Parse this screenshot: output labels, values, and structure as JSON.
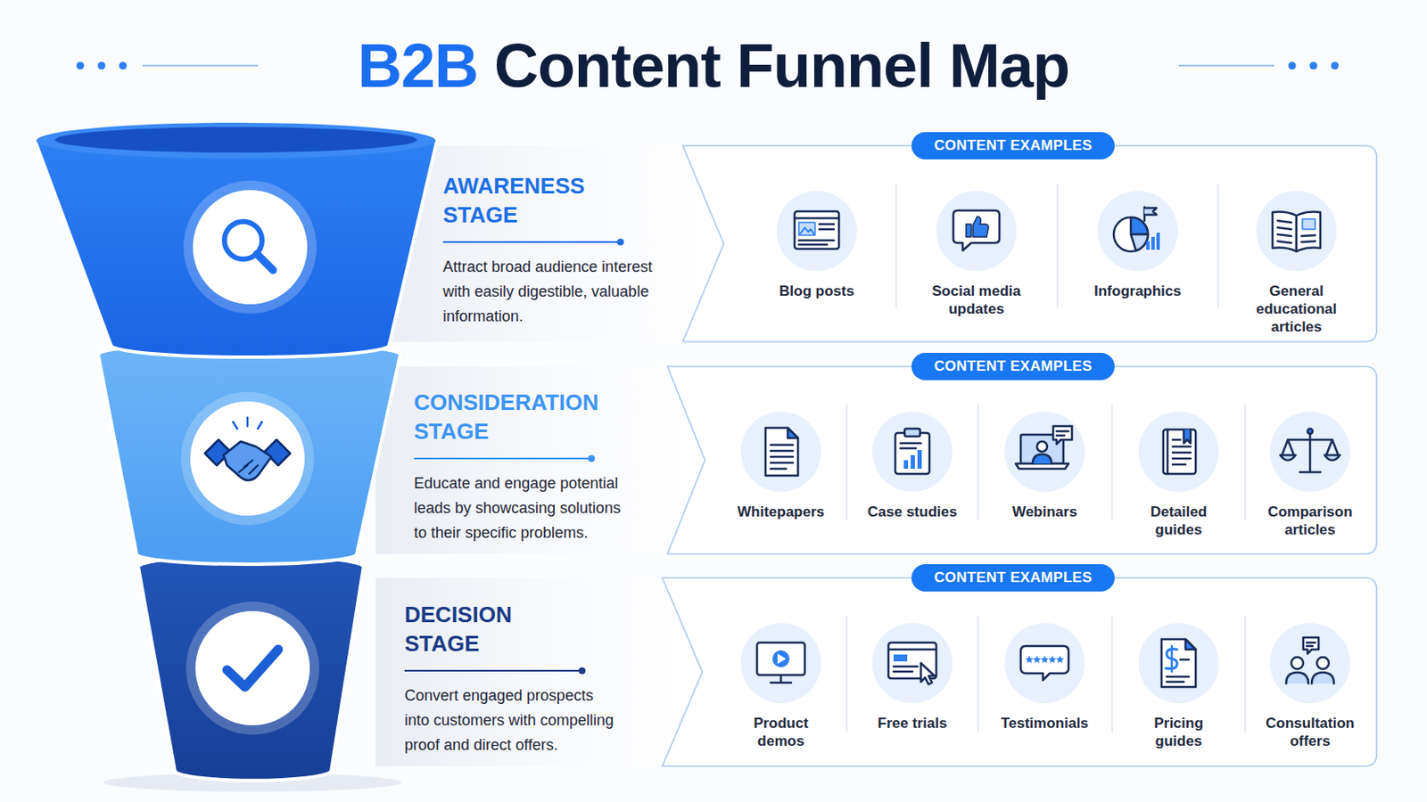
{
  "diagram": {
    "title": "B2B Content Funnel Map",
    "nodes": [
      {
        "text": [
          "AWARENESS STAGE",
          "Attract broad audience interest with easily digestible, valuable information."
        ]
      },
      {
        "text": [
          "CONTENT EXAMPLES"
        ]
      },
      {
        "text": [
          "Blog posts"
        ],
        "in": 1
      },
      {
        "text": [
          "Social media updates"
        ],
        "in": 1
      },
      {
        "text": [
          "Infographics"
        ],
        "in": 1
      },
      {
        "text": [
          "General educational articles"
        ],
        "in": 1
      },
      {
        "text": [
          "CONSIDERATION STAGE",
          "Educate and engage potential leads by showcasing solutions to their specific problems."
        ]
      },
      {
        "text": [
          "CONTENT EXAMPLES"
        ]
      },
      {
        "text": [
          "Whitepapers"
        ],
        "in": 7
      },
      {
        "text": [
          "Case studies"
        ],
        "in": 7
      },
      {
        "text": [
          "Webinars"
        ],
        "in": 7
      },
      {
        "text": [
          "Detailed guides"
        ],
        "in": 7
      },
      {
        "text": [
          "Comparison articles"
        ],
        "in": 7
      },
      {
        "text": [
          "DECISION STAGE",
          "Convert engaged prospects into customers with compelling proof and direct offers."
        ]
      },
      {
        "text": [
          "CONTENT EXAMPLES"
        ]
      },
      {
        "text": [
          "Product demos"
        ],
        "in": 14
      },
      {
        "text": [
          "Free trials"
        ],
        "in": 14
      },
      {
        "text": [
          "Testimonials"
        ],
        "in": 14
      },
      {
        "text": [
          "Pricing guides"
        ],
        "in": 14
      },
      {
        "text": [
          "Consultation offers"
        ],
        "in": 14
      }
    ]
  }
}
